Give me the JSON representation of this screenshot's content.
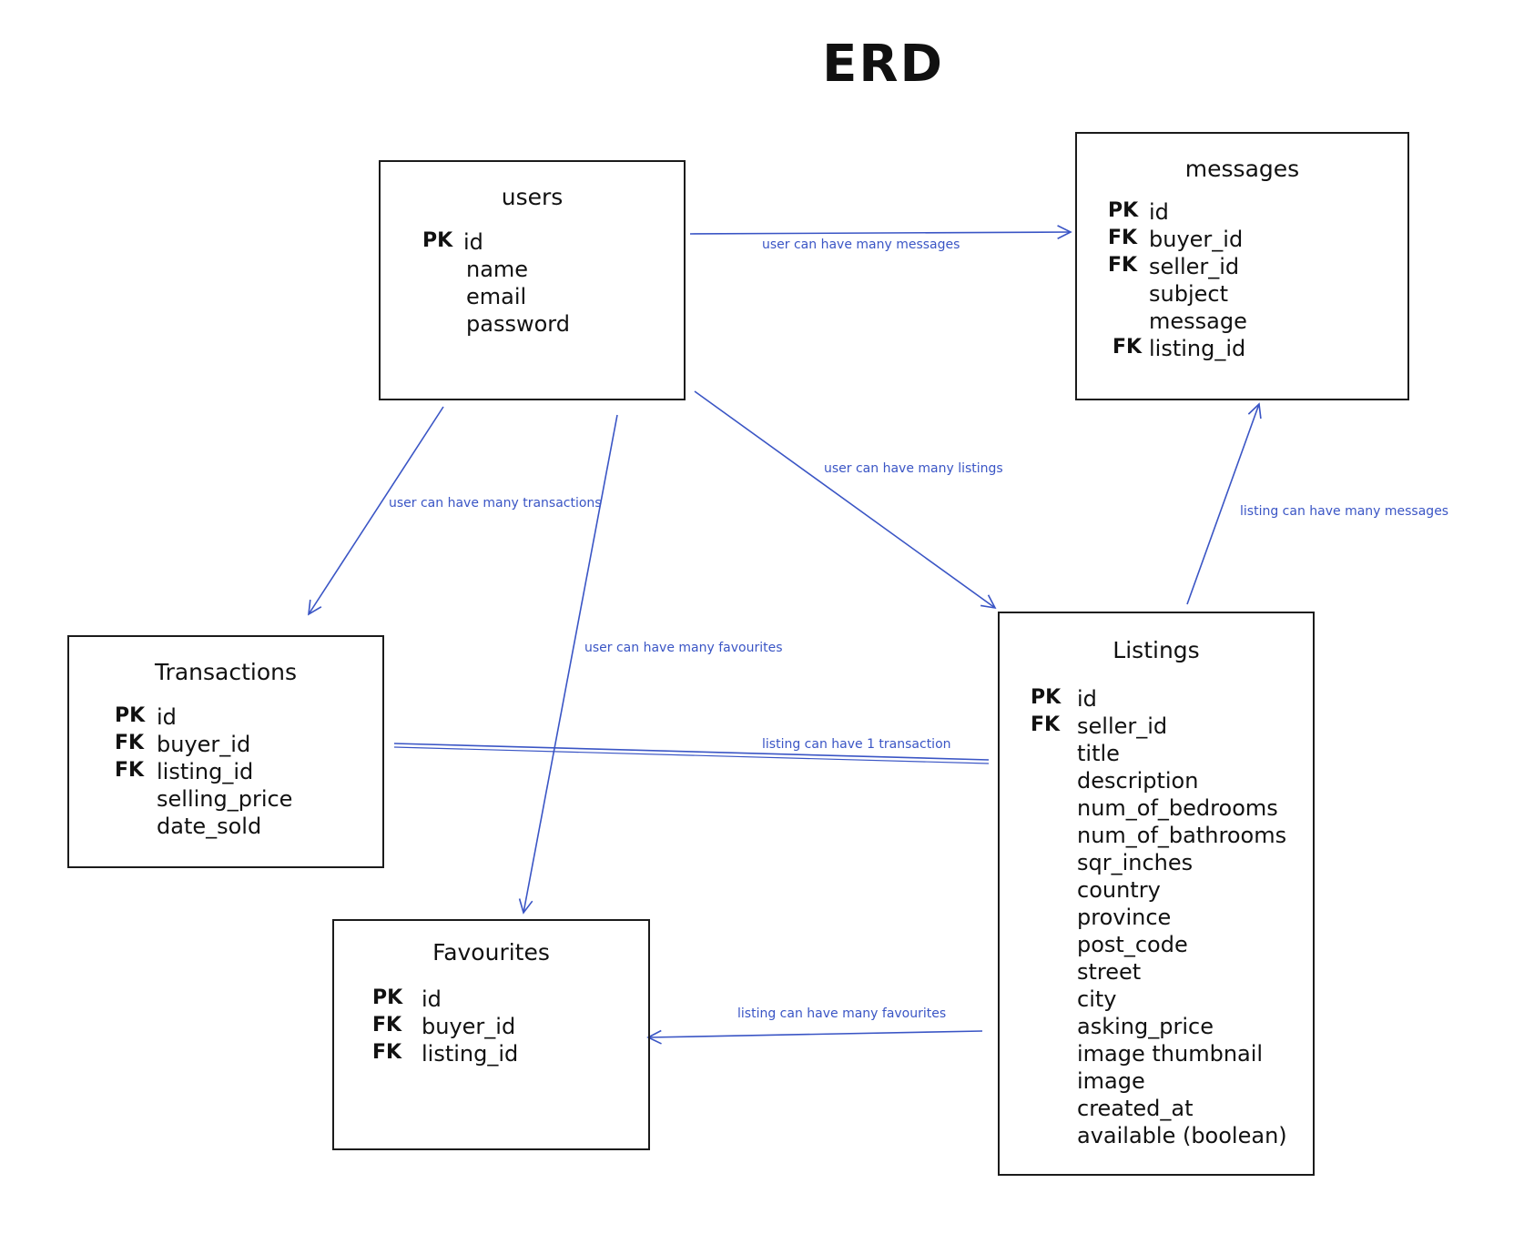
{
  "title": "ERD",
  "entities": {
    "users": {
      "name": "users",
      "fields": [
        {
          "key": "PK",
          "name": "id"
        },
        {
          "key": "",
          "name": "name"
        },
        {
          "key": "",
          "name": "email"
        },
        {
          "key": "",
          "name": "password"
        }
      ]
    },
    "messages": {
      "name": "messages",
      "fields": [
        {
          "key": "PK",
          "name": "id"
        },
        {
          "key": "FK",
          "name": "buyer_id"
        },
        {
          "key": "FK",
          "name": "seller_id"
        },
        {
          "key": "",
          "name": "subject"
        },
        {
          "key": "",
          "name": "message"
        },
        {
          "key": "FK",
          "name": "listing_id"
        }
      ]
    },
    "transactions": {
      "name": "Transactions",
      "fields": [
        {
          "key": "PK",
          "name": "id"
        },
        {
          "key": "FK",
          "name": "buyer_id"
        },
        {
          "key": "FK",
          "name": "listing_id"
        },
        {
          "key": "",
          "name": "selling_price"
        },
        {
          "key": "",
          "name": "date_sold"
        }
      ]
    },
    "favourites": {
      "name": "Favourites",
      "fields": [
        {
          "key": "PK",
          "name": "id"
        },
        {
          "key": "FK",
          "name": "buyer_id"
        },
        {
          "key": "FK",
          "name": "listing_id"
        }
      ]
    },
    "listings": {
      "name": "Listings",
      "fields": [
        {
          "key": "PK",
          "name": "id"
        },
        {
          "key": "FK",
          "name": "seller_id"
        },
        {
          "key": "",
          "name": "title"
        },
        {
          "key": "",
          "name": "description"
        },
        {
          "key": "",
          "name": "num_of_bedrooms"
        },
        {
          "key": "",
          "name": "num_of_bathrooms"
        },
        {
          "key": "",
          "name": "sqr_inches"
        },
        {
          "key": "",
          "name": "country"
        },
        {
          "key": "",
          "name": "province"
        },
        {
          "key": "",
          "name": "post_code"
        },
        {
          "key": "",
          "name": "street"
        },
        {
          "key": "",
          "name": "city"
        },
        {
          "key": "",
          "name": "asking_price"
        },
        {
          "key": "",
          "name": "image thumbnail"
        },
        {
          "key": "",
          "name": "image"
        },
        {
          "key": "",
          "name": "created_at"
        },
        {
          "key": "",
          "name": "available (boolean)"
        }
      ]
    }
  },
  "relationships": {
    "users_messages": "user can have many messages",
    "users_listings": "user can have many listings",
    "users_transactions": "user can have many transactions",
    "users_favourites": "user can have many favourites",
    "listing_messages": "listing can have many messages",
    "listing_transaction": "listing can have 1 transaction",
    "listing_favourites": "listing can have many favourites"
  },
  "colors": {
    "line": "#3a55c5",
    "border": "#1b1b1b"
  }
}
